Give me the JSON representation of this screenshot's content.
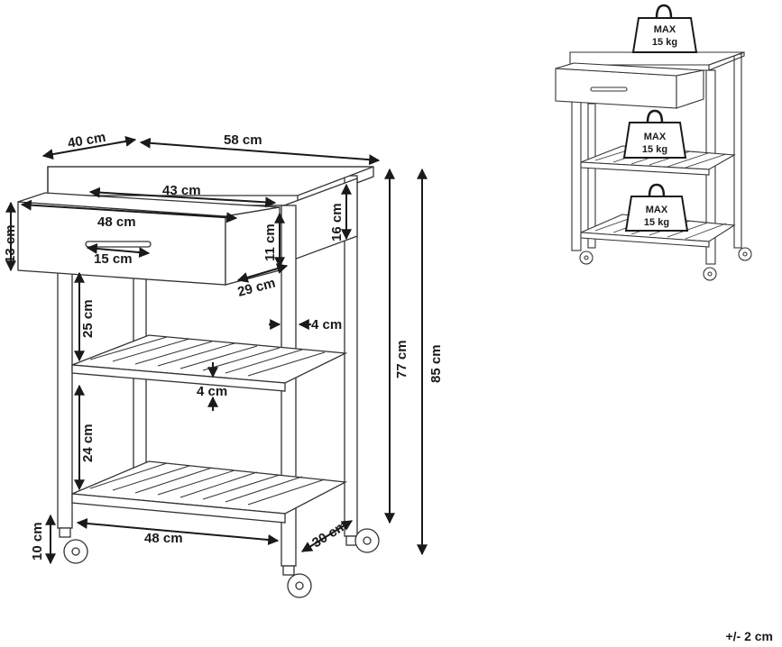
{
  "diagram": {
    "dimensions": {
      "depth_top": "40 cm",
      "width_top": "58 cm",
      "drawer_inner_width": "43 cm",
      "drawer_width": "48 cm",
      "drawer_height_side": "13 cm",
      "handle_width": "15 cm",
      "drawer_height": "11 cm",
      "drawer_front_height": "16 cm",
      "drawer_depth": "29 cm",
      "gap_upper": "25 cm",
      "leg_width": "4 cm",
      "shelf_thickness": "4 cm",
      "gap_lower": "24 cm",
      "wheel_height": "10 cm",
      "shelf_width": "48 cm",
      "shelf_depth": "30 cm",
      "height_to_top": "77 cm",
      "height_total": "85 cm"
    },
    "weights": {
      "top": {
        "line1": "MAX",
        "line2": "15 kg"
      },
      "middle": {
        "line1": "MAX",
        "line2": "15 kg"
      },
      "bottom": {
        "line1": "MAX",
        "line2": "15 kg"
      }
    },
    "tolerance": "+/- 2 cm"
  }
}
